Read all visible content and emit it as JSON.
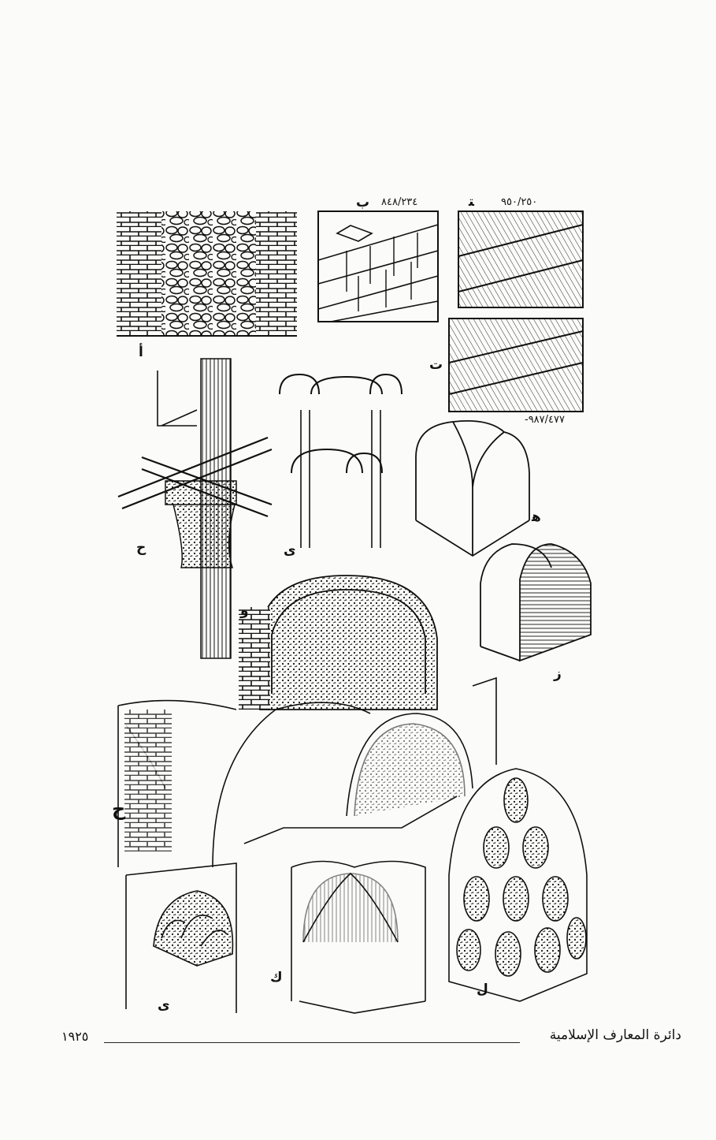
{
  "figure_labels": {
    "a": "أ",
    "b": "ب",
    "b_ref": "٨٤٨/٢٣٤",
    "c_top": "ﺘ",
    "c_top_ref": "٩٥٠/٢٥٠",
    "c": "ت",
    "c_bottom_ref": "٩٨٧/٤٧٧-",
    "j": "ح",
    "d": "ى",
    "h": "ﻫ",
    "w": "و",
    "z": "ز",
    "kh": "ح",
    "y": "ى",
    "k": "ك",
    "l": "ل"
  },
  "footer": {
    "title": "دائرة المعارف الإسلامية",
    "page_number": "١٩٢٥"
  }
}
